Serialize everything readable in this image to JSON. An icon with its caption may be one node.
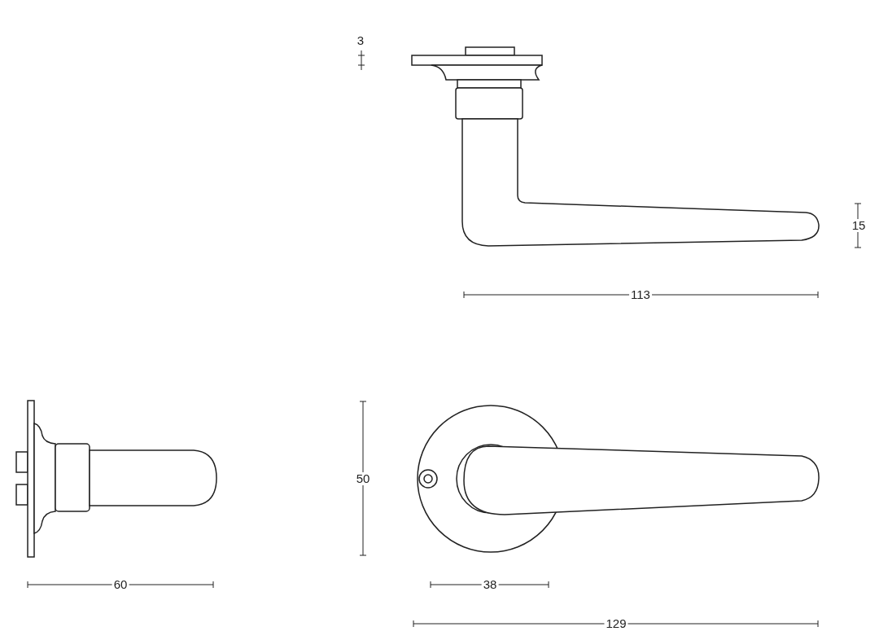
{
  "diagram": {
    "labels": [
      "3",
      "15",
      "113",
      "50",
      "60",
      "38",
      "129"
    ]
  }
}
